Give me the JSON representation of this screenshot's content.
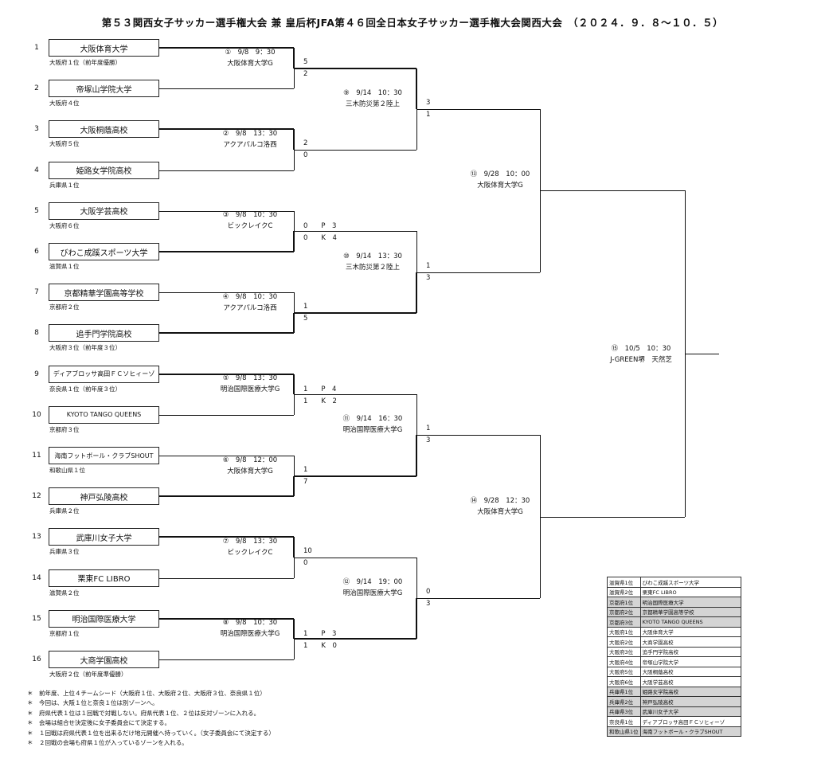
{
  "title": "第５３関西女子サッカー選手権大会 兼 皇后杯JFA第４６回全日本女子サッカー選手権大会関西大会　（２０２４．９．８～１０．５）",
  "teams": [
    {
      "seed": "1",
      "name": "大阪体育大学",
      "sub": "大阪府１位（前年度優勝）"
    },
    {
      "seed": "2",
      "name": "帝塚山学院大学",
      "sub": "大阪府４位"
    },
    {
      "seed": "3",
      "name": "大阪桐蔭高校",
      "sub": "大阪府５位"
    },
    {
      "seed": "4",
      "name": "姫路女学院高校",
      "sub": "兵庫県１位"
    },
    {
      "seed": "5",
      "name": "大阪学芸高校",
      "sub": "大阪府６位"
    },
    {
      "seed": "6",
      "name": "びわこ成蹊スポーツ大学",
      "sub": "滋賀県１位"
    },
    {
      "seed": "7",
      "name": "京都精華学園高等学校",
      "sub": "京都府２位"
    },
    {
      "seed": "8",
      "name": "追手門学院高校",
      "sub": "大阪府３位（前年度３位）"
    },
    {
      "seed": "9",
      "name": "ディアブロッサ高田ＦＣソヒィーゾ",
      "sub": "奈良県１位（前年度３位）"
    },
    {
      "seed": "10",
      "name": "KYOTO TANGO QUEENS",
      "sub": "京都府３位"
    },
    {
      "seed": "11",
      "name": "海南フットボール・クラブSHOUT",
      "sub": "和歌山県１位"
    },
    {
      "seed": "12",
      "name": "神戸弘陵高校",
      "sub": "兵庫県２位"
    },
    {
      "seed": "13",
      "name": "武庫川女子大学",
      "sub": "兵庫県３位"
    },
    {
      "seed": "14",
      "name": "栗東FC LIBRO",
      "sub": "滋賀県２位"
    },
    {
      "seed": "15",
      "name": "明治国際医療大学",
      "sub": "京都府１位"
    },
    {
      "seed": "16",
      "name": "大商学園高校",
      "sub": "大阪府２位（前年度準優勝）"
    }
  ],
  "round1": [
    {
      "date": "①　9/8　9：30",
      "venue": "大阪体育大学G",
      "top": "5",
      "bot": "2"
    },
    {
      "date": "②　9/8　13：30",
      "venue": "アクアパルコ洛西",
      "top": "2",
      "bot": "0"
    },
    {
      "date": "③　9/8　10：30",
      "venue": "ビックレイクC",
      "top": "0　　P　3",
      "bot": "0　　K　4"
    },
    {
      "date": "④　9/8　10：30",
      "venue": "アクアパルコ洛西",
      "top": "1",
      "bot": "5"
    },
    {
      "date": "⑤　9/8　13：30",
      "venue": "明治国際医療大学G",
      "top": "1　　P　4",
      "bot": "1　　K　2"
    },
    {
      "date": "⑥　9/8　12：00",
      "venue": "大阪体育大学G",
      "top": "1",
      "bot": "7"
    },
    {
      "date": "⑦　9/8　13：30",
      "venue": "ビックレイクC",
      "top": "10",
      "bot": "0"
    },
    {
      "date": "⑧　9/8　10：30",
      "venue": "明治国際医療大学G",
      "top": "1　　P　3",
      "bot": "1　　K　0"
    }
  ],
  "round2": [
    {
      "date": "⑨　9/14　10：30",
      "venue": "三木防災第２陸上",
      "top": "3",
      "bot": "1"
    },
    {
      "date": "⑩　9/14　13：30",
      "venue": "三木防災第２陸上",
      "top": "1",
      "bot": "3"
    },
    {
      "date": "⑪　9/14　16：30",
      "venue": "明治国際医療大学G",
      "top": "1",
      "bot": "3"
    },
    {
      "date": "⑫　9/14　19：00",
      "venue": "明治国際医療大学G",
      "top": "0",
      "bot": "3"
    }
  ],
  "semis": [
    {
      "date": "⑬　9/28　10：00",
      "venue": "大阪体育大学G"
    },
    {
      "date": "⑭　9/28　12：30",
      "venue": "大阪体育大学G"
    }
  ],
  "final": {
    "date": "⑮　10/5　10：30",
    "venue": "J-GREEN堺　天然芝"
  },
  "notes": [
    "＊　前年度、上位４チームシード（大阪府１位、大阪府２位、大阪府３位、奈良県１位）",
    "＊　今回は、大阪１位と奈良１位は別ゾーンへ。",
    "＊　府県代表１位は１回戦で対戦しない。府県代表１位、２位は反対ゾーンに入れる。",
    "＊　会場は組合せ決定後に女子委員会にて決定する。",
    "＊　１回戦は府県代表１位を出来るだけ地元開催へ持っていく。（女子委員会にて決定する）",
    "＊　２回戦の会場も府県１位が入っているゾーンを入れる。"
  ],
  "legend": [
    {
      "pref": "滋賀県1位",
      "team": "びわこ成蹊スポーツ大学",
      "shade": false
    },
    {
      "pref": "滋賀県2位",
      "team": "栗東FC LIBRO",
      "shade": false
    },
    {
      "pref": "京都府1位",
      "team": "明治国際医療大学",
      "shade": true
    },
    {
      "pref": "京都府2位",
      "team": "京都精華学園高等学校",
      "shade": true
    },
    {
      "pref": "京都府3位",
      "team": "KYOTO TANGO QUEENS",
      "shade": true
    },
    {
      "pref": "大阪府1位",
      "team": "大阪体育大学",
      "shade": false
    },
    {
      "pref": "大阪府2位",
      "team": "大商学園高校",
      "shade": false
    },
    {
      "pref": "大阪府3位",
      "team": "追手門学院高校",
      "shade": false
    },
    {
      "pref": "大阪府4位",
      "team": "帝塚山学院大学",
      "shade": false
    },
    {
      "pref": "大阪府5位",
      "team": "大阪桐蔭高校",
      "shade": false
    },
    {
      "pref": "大阪府6位",
      "team": "大阪学芸高校",
      "shade": false
    },
    {
      "pref": "兵庫県1位",
      "team": "姫路女学院高校",
      "shade": true
    },
    {
      "pref": "兵庫県2位",
      "team": "神戸弘陵高校",
      "shade": true
    },
    {
      "pref": "兵庫県3位",
      "team": "武庫川女子大学",
      "shade": true
    },
    {
      "pref": "奈良県1位",
      "team": "ディアブロッサ高田ＦＣソヒィーゾ",
      "shade": false
    },
    {
      "pref": "和歌山県1位",
      "team": "海南フットボール・クラブSHOUT",
      "shade": true
    }
  ]
}
